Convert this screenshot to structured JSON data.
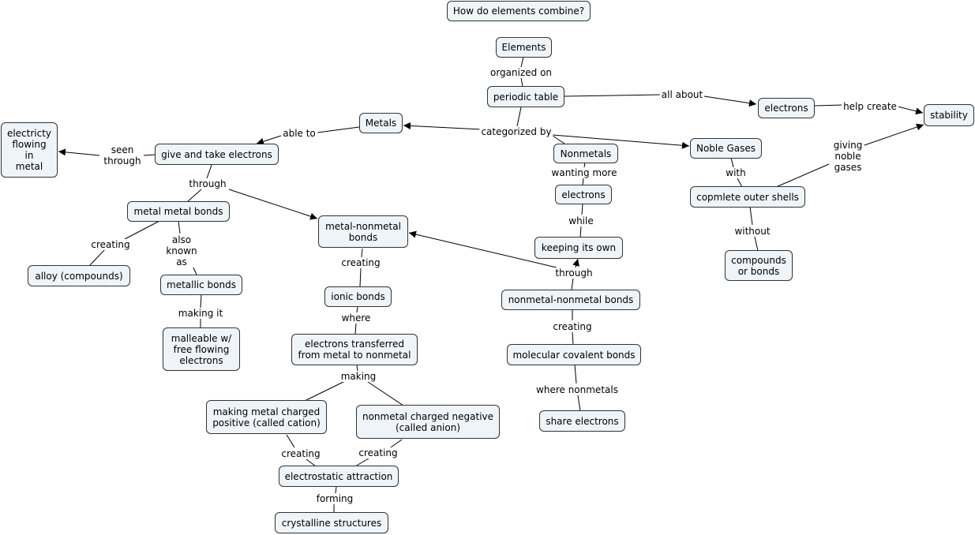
{
  "concept_map": {
    "title": "How do elements combine?",
    "nodes": {
      "elements": "Elements",
      "periodic_table": "periodic table",
      "electrons_top": "electrons",
      "stability": "stability",
      "metals": "Metals",
      "nonmetals": "Nonmetals",
      "noble_gases": "Noble Gases",
      "electricity": "electricty\nflowing\nin\nmetal",
      "give_take": "give and take electrons",
      "electrons_mid": "electrons",
      "complete_shells": "copmlete outer shells",
      "metal_metal": "metal metal bonds",
      "metal_nonmetal": "metal-nonmetal\nbonds",
      "keeping_own": "keeping its own",
      "compounds_bonds": "compounds\nor bonds",
      "alloy": "alloy (compounds)",
      "metallic_bonds": "metallic bonds",
      "ionic_bonds": "ionic bonds",
      "nonmetal_nonmetal": "nonmetal-nonmetal bonds",
      "malleable": "malleable w/\nfree flowing\nelectrons",
      "transferred": "electrons transferred\nfrom metal to nonmetal",
      "molecular_covalent": "molecular covalent bonds",
      "cation": "making metal charged\npositive (called cation)",
      "anion": "nonmetal charged negative\n(called anion)",
      "share": "share electrons",
      "electrostatic": "electrostatic attraction",
      "crystalline": "crystalline structures"
    },
    "links": {
      "organized_on": "organized on",
      "all_about": "all about",
      "help_create": "help create",
      "categorized_by": "categorized by",
      "able_to": "able to",
      "seen_through": "seen\nthrough",
      "wanting_more": "wanting more",
      "with": "with",
      "giving_noble": "giving\nnoble\ngases",
      "through_1": "through",
      "while": "while",
      "without": "without",
      "creating_1": "creating",
      "also_known": "also\nknown\nas",
      "creating_2": "creating",
      "through_2": "through",
      "making_it": "making it",
      "where": "where",
      "creating_3": "creating",
      "making": "making",
      "where_nonmetals": "where nonmetals",
      "creating_4": "creating",
      "creating_5": "creating",
      "forming": "forming"
    }
  }
}
